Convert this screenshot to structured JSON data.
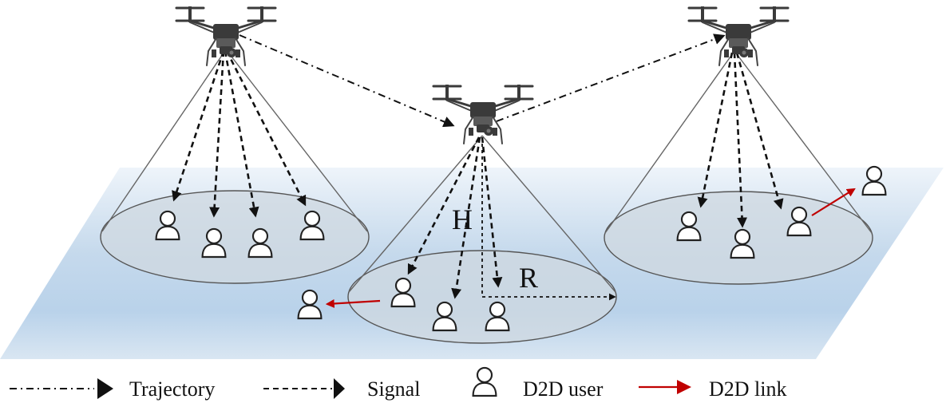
{
  "labels": {
    "height": "H",
    "radius": "R"
  },
  "legend": {
    "trajectory": "Trajectory",
    "signal": "Signal",
    "d2d_user": "D2D user",
    "d2d_link": "D2D link"
  },
  "colors": {
    "ground": "#c9dcee",
    "d2d_link": "#c00000",
    "coverage_disc": "#cfd8e0"
  },
  "icons": {
    "uav": "drone-icon",
    "user": "user-icon"
  }
}
